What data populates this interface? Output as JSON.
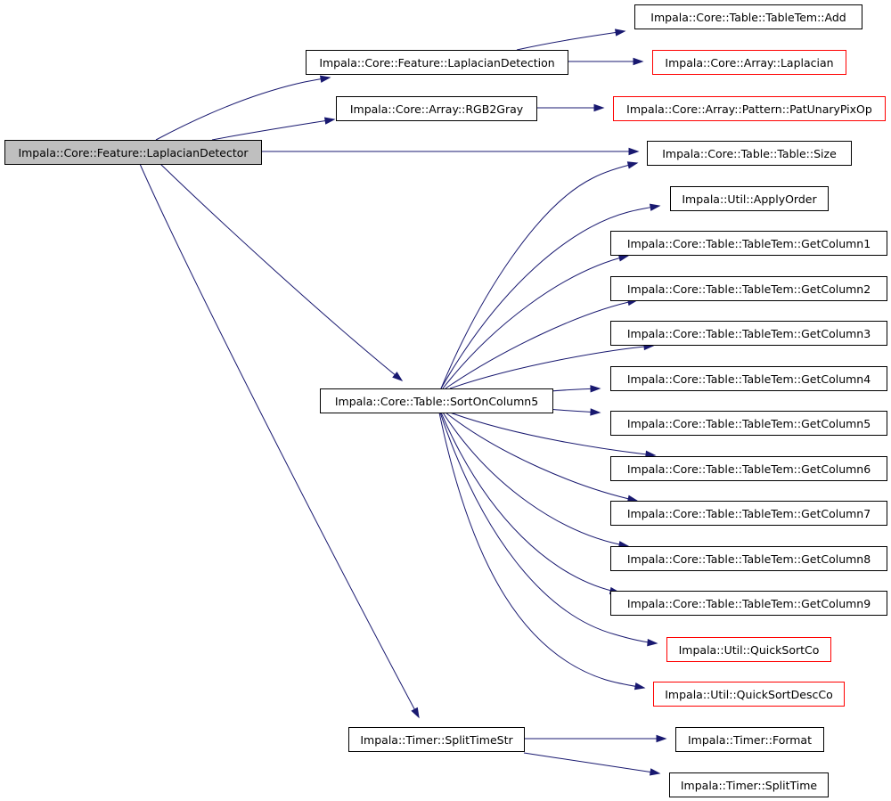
{
  "nodes": [
    {
      "id": "root",
      "label": "Impala::Core::Feature::LaplacianDetector",
      "style": "root"
    },
    {
      "id": "ld",
      "label": "Impala::Core::Feature::LaplacianDetection",
      "style": "plain"
    },
    {
      "id": "add",
      "label": "Impala::Core::Table::TableTem::Add",
      "style": "plain"
    },
    {
      "id": "lap",
      "label": "Impala::Core::Array::Laplacian",
      "style": "truncated"
    },
    {
      "id": "rgb",
      "label": "Impala::Core::Array::RGB2Gray",
      "style": "plain"
    },
    {
      "id": "pat",
      "label": "Impala::Core::Array::Pattern::PatUnaryPixOp",
      "style": "truncated"
    },
    {
      "id": "size",
      "label": "Impala::Core::Table::Table::Size",
      "style": "plain"
    },
    {
      "id": "apply",
      "label": "Impala::Util::ApplyOrder",
      "style": "plain"
    },
    {
      "id": "gc1",
      "label": "Impala::Core::Table::TableTem::GetColumn1",
      "style": "plain"
    },
    {
      "id": "gc2",
      "label": "Impala::Core::Table::TableTem::GetColumn2",
      "style": "plain"
    },
    {
      "id": "gc3",
      "label": "Impala::Core::Table::TableTem::GetColumn3",
      "style": "plain"
    },
    {
      "id": "gc4",
      "label": "Impala::Core::Table::TableTem::GetColumn4",
      "style": "plain"
    },
    {
      "id": "sort",
      "label": "Impala::Core::Table::SortOnColumn5",
      "style": "plain"
    },
    {
      "id": "gc5",
      "label": "Impala::Core::Table::TableTem::GetColumn5",
      "style": "plain"
    },
    {
      "id": "gc6",
      "label": "Impala::Core::Table::TableTem::GetColumn6",
      "style": "plain"
    },
    {
      "id": "gc7",
      "label": "Impala::Core::Table::TableTem::GetColumn7",
      "style": "plain"
    },
    {
      "id": "gc8",
      "label": "Impala::Core::Table::TableTem::GetColumn8",
      "style": "plain"
    },
    {
      "id": "gc9",
      "label": "Impala::Core::Table::TableTem::GetColumn9",
      "style": "plain"
    },
    {
      "id": "qs",
      "label": "Impala::Util::QuickSortCo",
      "style": "truncated"
    },
    {
      "id": "qsd",
      "label": "Impala::Util::QuickSortDescCo",
      "style": "truncated"
    },
    {
      "id": "split",
      "label": "Impala::Timer::SplitTimeStr",
      "style": "plain"
    },
    {
      "id": "fmt",
      "label": "Impala::Timer::Format",
      "style": "plain"
    },
    {
      "id": "st",
      "label": "Impala::Timer::SplitTime",
      "style": "plain"
    }
  ],
  "edges": [
    {
      "from": "root",
      "to": "ld"
    },
    {
      "from": "root",
      "to": "rgb"
    },
    {
      "from": "root",
      "to": "size"
    },
    {
      "from": "root",
      "to": "sort"
    },
    {
      "from": "root",
      "to": "split"
    },
    {
      "from": "ld",
      "to": "add"
    },
    {
      "from": "ld",
      "to": "lap"
    },
    {
      "from": "rgb",
      "to": "pat"
    },
    {
      "from": "sort",
      "to": "size"
    },
    {
      "from": "sort",
      "to": "apply"
    },
    {
      "from": "sort",
      "to": "gc1"
    },
    {
      "from": "sort",
      "to": "gc2"
    },
    {
      "from": "sort",
      "to": "gc3"
    },
    {
      "from": "sort",
      "to": "gc4"
    },
    {
      "from": "sort",
      "to": "gc5"
    },
    {
      "from": "sort",
      "to": "gc6"
    },
    {
      "from": "sort",
      "to": "gc7"
    },
    {
      "from": "sort",
      "to": "gc8"
    },
    {
      "from": "sort",
      "to": "gc9"
    },
    {
      "from": "sort",
      "to": "qs"
    },
    {
      "from": "sort",
      "to": "qsd"
    },
    {
      "from": "split",
      "to": "fmt"
    },
    {
      "from": "split",
      "to": "st"
    }
  ],
  "colors": {
    "edge": "#191970",
    "root_fill": "#bfbfbf",
    "truncated_border": "#ff0000",
    "node_border": "#000000"
  }
}
